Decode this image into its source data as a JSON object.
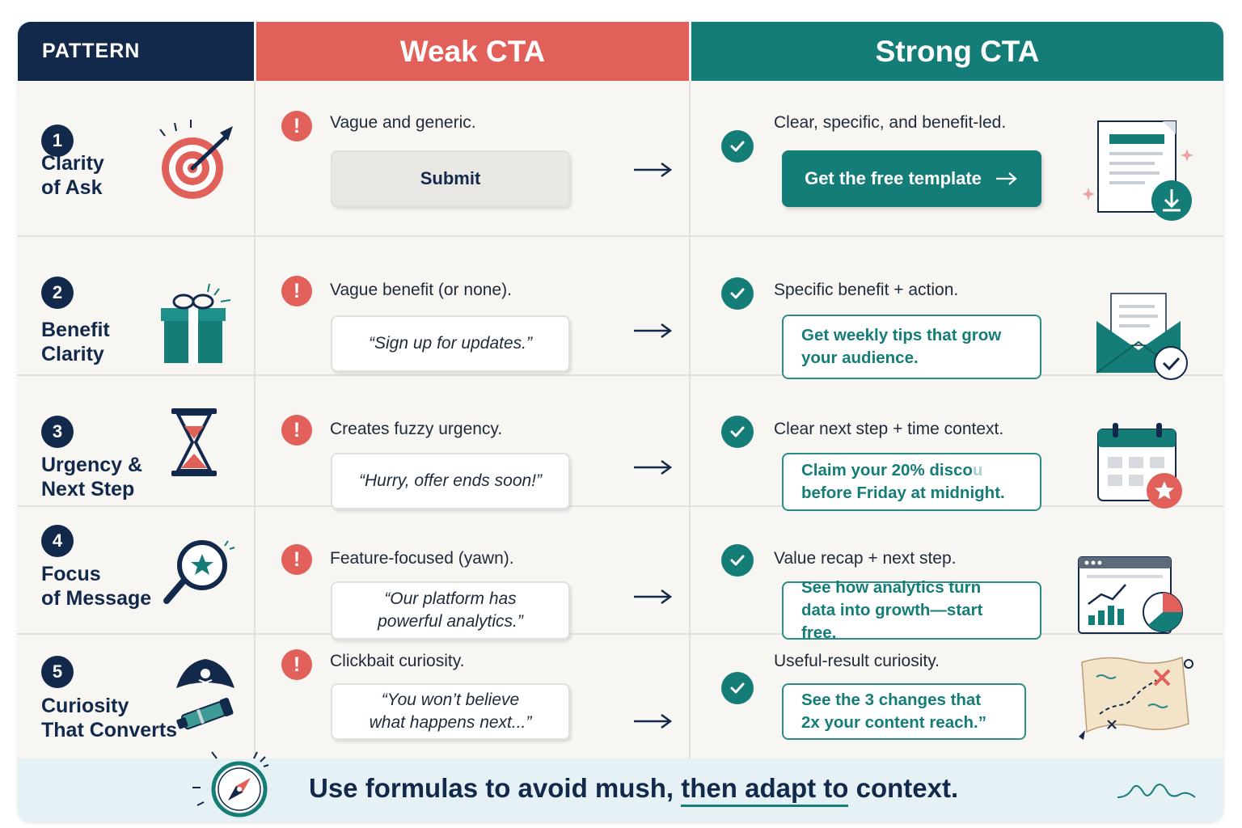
{
  "header": {
    "pattern": "PATTERN",
    "weak": "Weak CTA",
    "strong": "Strong CTA"
  },
  "rows": [
    {
      "number": "1",
      "title_line1": "Clarity",
      "title_line2": "of Ask",
      "pattern_icon": "target-icon",
      "weak_desc": "Vague and generic.",
      "weak_cta": "Submit",
      "strong_desc": "Clear, specific, and benefit-led.",
      "strong_cta": "Get the free template",
      "strong_icon": "document-download-icon"
    },
    {
      "number": "2",
      "title_line1": "Benefit",
      "title_line2": "Clarity",
      "pattern_icon": "gift-icon",
      "weak_desc": "Vague benefit (or none).",
      "weak_cta": "“Sign up for updates.”",
      "strong_desc": "Specific benefit + action.",
      "strong_cta_line1": "Get weekly tips that grow",
      "strong_cta_line2": "your audience.",
      "strong_icon": "envelope-check-icon"
    },
    {
      "number": "3",
      "title_line1": "Urgency &",
      "title_line2": "Next Step",
      "pattern_icon": "hourglass-icon",
      "weak_desc": "Creates fuzzy urgency.",
      "weak_cta": "“Hurry, offer ends soon!”",
      "strong_desc": "Clear next step + time context.",
      "strong_cta_line1": "Claim your 20% disco",
      "strong_cta_line1_faded": "u",
      "strong_cta_line2": "before Friday at midnight.",
      "strong_icon": "calendar-star-icon"
    },
    {
      "number": "4",
      "title_line1": "Focus",
      "title_line2": "of Message",
      "pattern_icon": "magnifier-star-icon",
      "weak_desc": "Feature-focused (yawn).",
      "weak_cta_line1": "“Our platform has",
      "weak_cta_line2": "powerful analytics.”",
      "strong_desc": "Value recap + next step.",
      "strong_cta_line1": "See how analytics turn",
      "strong_cta_line2": "data into growth—start free.",
      "strong_icon": "analytics-dashboard-icon"
    },
    {
      "number": "5",
      "title_line1": "Curiosity",
      "title_line2": "That Converts",
      "pattern_icon": "pirate-spyglass-icon",
      "weak_desc": "Clickbait curiosity.",
      "weak_cta_line1": "“You won’t believe",
      "weak_cta_line2": "what happens next...”",
      "strong_desc": "Useful-result curiosity.",
      "strong_cta_line1": "See the 3 changes that",
      "strong_cta_line2": "2x your content reach.”",
      "strong_icon": "treasure-map-icon"
    }
  ],
  "footer": {
    "text_part1": "Use formulas to avoid mush, ",
    "text_underlined": "then adapt to",
    "text_part2": " context.",
    "icon": "compass-icon",
    "wave_icon": "wave-icon"
  },
  "colors": {
    "navy": "#13294b",
    "weak_red": "#e1605a",
    "strong_teal": "#157d78",
    "footer_bg": "#e5f1f4"
  }
}
